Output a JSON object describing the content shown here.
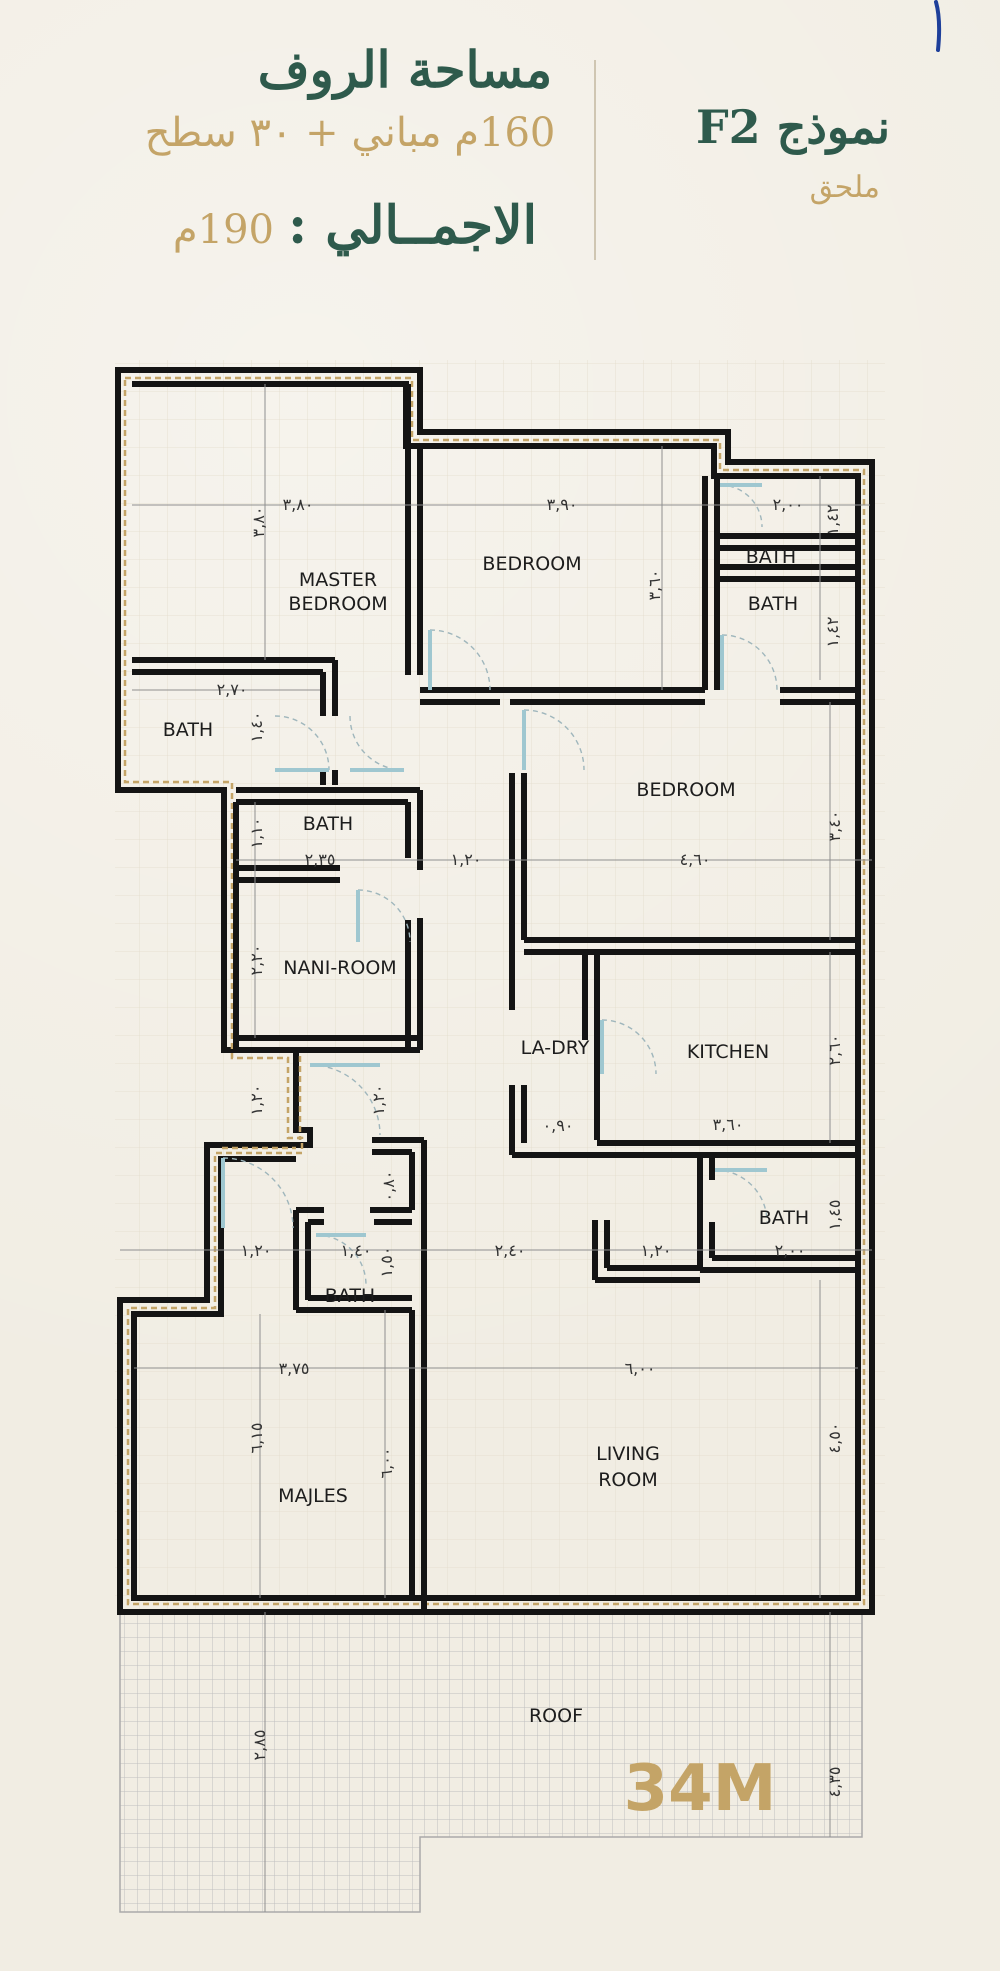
{
  "header": {
    "roof_area_title": "مساحة الروف",
    "area_breakdown": "160م مباني + ٣٠ سطح",
    "total_label": "الاجمــالي :",
    "total_value": "190م",
    "model_label": "نموذج F2",
    "annex_label": "ملحق"
  },
  "rooms": {
    "master_bedroom_line1": "MASTER",
    "master_bedroom_line2": "BEDROOM",
    "bedroom_top": "BEDROOM",
    "bath_top_right_1": "BATH",
    "bath_top_right_2": "BATH",
    "bath_master": "BATH",
    "bedroom_mid": "BEDROOM",
    "bath_nani": "BATH",
    "nani_room": "NANI-ROOM",
    "laundry": "LA-DRY",
    "kitchen": "KITCHEN",
    "bath_right_mid": "BATH",
    "bath_small": "BATH",
    "living_room_line1": "LIVING",
    "living_room_line2": "ROOM",
    "majles": "MAJLES",
    "roof": "ROOF",
    "total_length": "34M"
  },
  "dimensions": {
    "master_width": "٣,٨٠",
    "master_height": "٣,٨٠",
    "bedroom_top_width": "٣,٩٠",
    "bedroom_top_height": "٣,٦٠",
    "bath_tr1_width": "٢,٠٠",
    "bath_tr1_height": "١,٤٢",
    "bath_tr2_height": "١,٤٢",
    "bath_master_width": "٢,٧٠",
    "bath_master_height": "١,٤٠",
    "bath_nani_height": "١,١٠",
    "bath_nani_width": "٢,٣٥",
    "corridor_width": "١,٢٠",
    "bedroom_mid_width": "٤,٦٠",
    "bedroom_mid_height": "٣,٤٠",
    "nani_room_height": "٢,٢٠",
    "laundry_width": "٠,٩٠",
    "kitchen_width": "٣,٦٠",
    "kitchen_height": "٢,٦٠",
    "passage_left_1": "١,٢٠",
    "passage_left_2": "١,٢٠",
    "entry_depth": "٠,٨٠",
    "entry_width": "١,٢٠",
    "bath_small_width": "١,٤٠",
    "bath_small_height": "١,٥٠",
    "hall_width": "٢,٤٠",
    "corridor_right_width": "١,٢٠",
    "bath_right_width": "٢,٠٠",
    "bath_right_height": "١,٤٥",
    "majles_width": "٣,٧٥",
    "majles_height_1": "٦,١٥",
    "majles_height_2": "٦,٠٠",
    "living_width": "٦,٠٠",
    "living_height": "٤,٥٠",
    "roof_depth_left": "٢,٨٥",
    "roof_depth_right": "٤,٣٥"
  },
  "colors": {
    "green": "#2e5a4c",
    "gold": "#c4a467",
    "wall": "#141414",
    "background": "#f1ede3"
  }
}
